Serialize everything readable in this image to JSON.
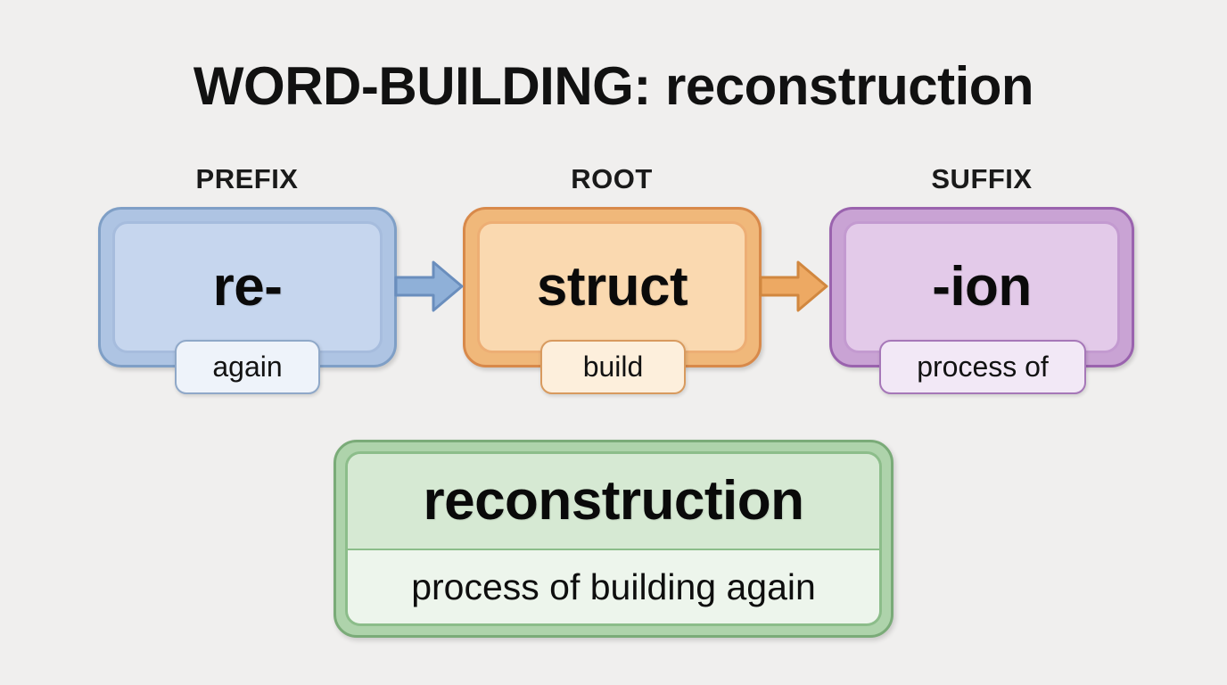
{
  "page": {
    "title": "WORD-BUILDING: reconstruction",
    "background_color": "#f0efee"
  },
  "morphemes": [
    {
      "label": "PREFIX",
      "text": "re-",
      "meaning": "again",
      "accent_color": "#7f9fc6",
      "fill_color": "#c6d6ee"
    },
    {
      "label": "ROOT",
      "text": "struct",
      "meaning": "build",
      "accent_color": "#d8894a",
      "fill_color": "#fad9b0"
    },
    {
      "label": "SUFFIX",
      "text": "-ion",
      "meaning": "process of",
      "accent_color": "#9a63ae",
      "fill_color": "#e3cae9"
    }
  ],
  "arrows": [
    {
      "name": "prefix-to-root",
      "color": "#8fb0d8"
    },
    {
      "name": "root-to-suffix",
      "color": "#eda963"
    }
  ],
  "result": {
    "word": "reconstruction",
    "meaning": "process of building again",
    "accent_color": "#7aab78",
    "fill_color": "#d6e9d3"
  }
}
